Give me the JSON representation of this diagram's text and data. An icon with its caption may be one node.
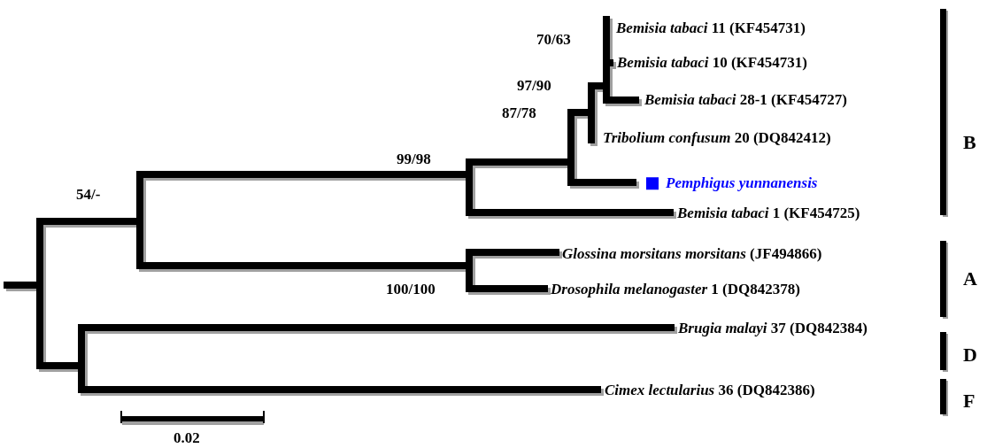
{
  "diagram": {
    "labels": [
      "70/63",
      "*Bemisia tabaci* 11 (KF454731)",
      "*Bemisia tabaci* 10 (KF454731)",
      "97/90",
      "87/78",
      "*Bemisia tabaci* 28-1 (KF454727)",
      "B",
      "*Tribolium confusum* 20 (DQ842412)",
      "99/98",
      "Pemphigus yunnanensis",
      "54/-",
      "*Bemisia tabaci* 1 (KF454725)",
      "*Glossina morsitans morsitans* (JF494866)",
      "A",
      "100/100",
      "*Drosophila melanogaster* 1 (DQ842378)",
      "*Brugia malayi* 37 (DQ842384)",
      "D",
      "*Cimex lectularius* 36 (DQ842386)",
      "F",
      "0.02"
    ]
  }
}
